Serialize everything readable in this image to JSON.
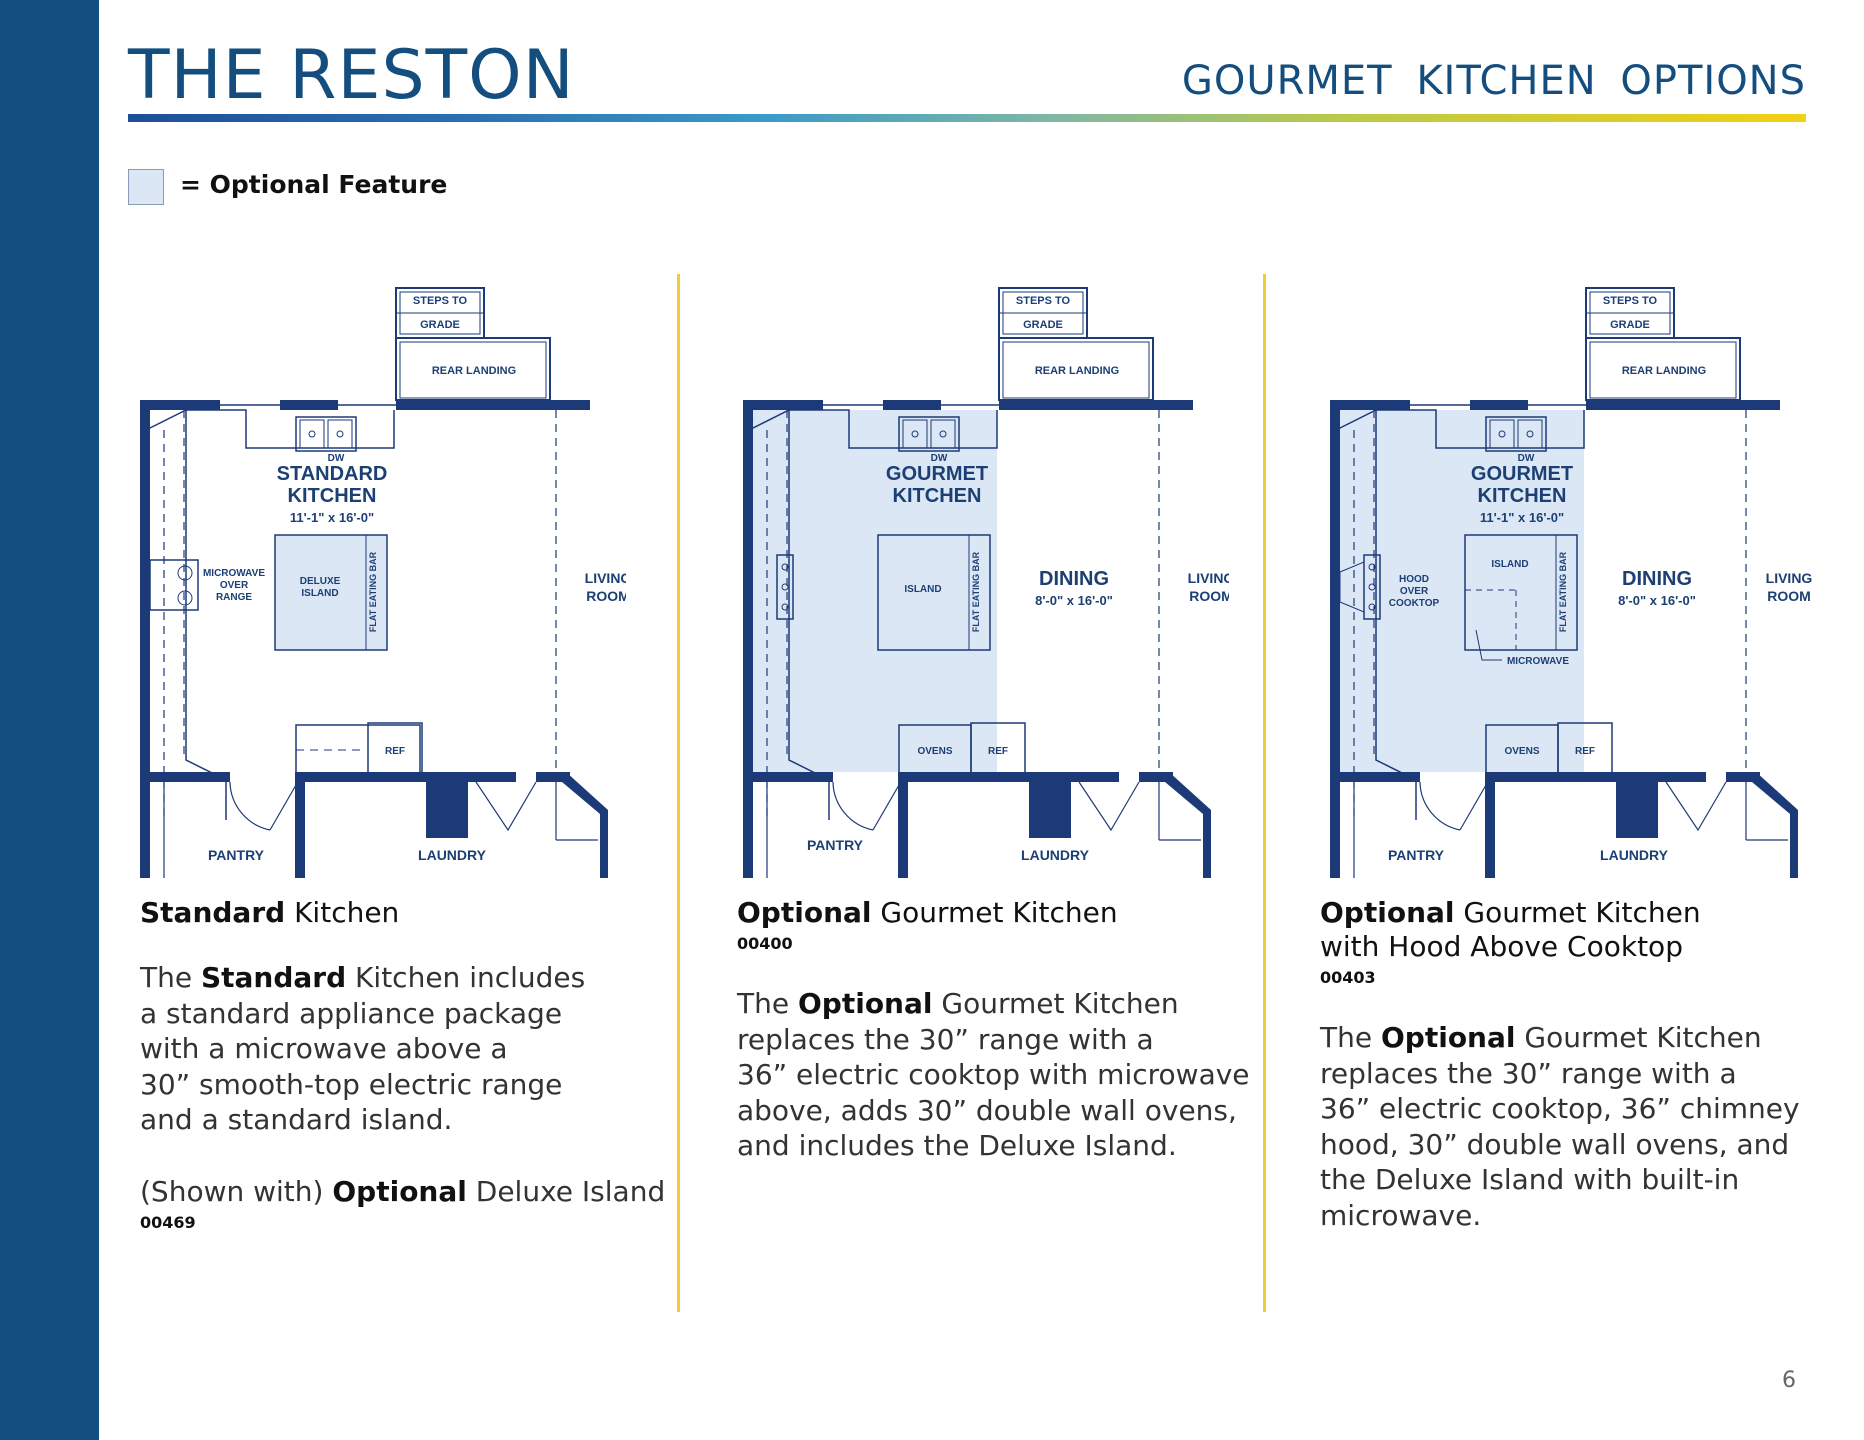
{
  "header": {
    "title": "THE RESTON",
    "subtitle": "GOURMET KITCHEN OPTIONS"
  },
  "legend": {
    "label": "= Optional Feature",
    "color": "#dce7f5"
  },
  "colors": {
    "brand_blue": "#134e7e",
    "divider_yellow": "#f1cd31",
    "wall_navy": "#1d3a78",
    "optional_fill": "#dce7f5"
  },
  "plans": [
    {
      "labels": {
        "steps1": "STEPS TO",
        "steps2": "GRADE",
        "landing": "REAR LANDING",
        "dw": "DW",
        "kitchen1": "STANDARD",
        "kitchen2": "KITCHEN",
        "kitchen_dim": "11'-1\" x 16'-0\"",
        "microwave1": "MICROWAVE",
        "microwave2": "OVER",
        "microwave3": "RANGE",
        "island1": "DELUXE",
        "island2": "ISLAND",
        "bar": "FLAT EATING BAR",
        "living1": "LIVING",
        "living2": "ROOM",
        "ref": "REF",
        "pantry": "PANTRY",
        "laundry": "LAUNDRY"
      }
    },
    {
      "labels": {
        "steps1": "STEPS TO",
        "steps2": "GRADE",
        "landing": "REAR LANDING",
        "dw": "DW",
        "kitchen1": "GOURMET",
        "kitchen2": "KITCHEN",
        "island": "ISLAND",
        "bar": "FLAT EATING BAR",
        "dining": "DINING",
        "dining_dim": "8'-0\" x 16'-0\"",
        "living1": "LIVING",
        "living2": "ROOM",
        "ovens": "OVENS",
        "ref": "REF",
        "pantry": "PANTRY",
        "laundry": "LAUNDRY"
      }
    },
    {
      "labels": {
        "steps1": "STEPS TO",
        "steps2": "GRADE",
        "landing": "REAR LANDING",
        "dw": "DW",
        "kitchen1": "GOURMET",
        "kitchen2": "KITCHEN",
        "kitchen_dim": "11'-1\" x 16'-0\"",
        "hood1": "HOOD",
        "hood2": "OVER",
        "hood3": "COOKTOP",
        "island": "ISLAND",
        "microwave": "MICROWAVE",
        "bar": "FLAT EATING BAR",
        "dining": "DINING",
        "dining_dim": "8'-0\" x 16'-0\"",
        "living1": "LIVING",
        "living2": "ROOM",
        "ovens": "OVENS",
        "ref": "REF",
        "pantry": "PANTRY",
        "laundry": "LAUNDRY"
      }
    }
  ],
  "captions": [
    {
      "title_bold": "Standard",
      "title_rest": " Kitchen",
      "desc_l1_a": "The ",
      "desc_l1_b": "Standard",
      "desc_l1_c": " Kitchen includes",
      "desc_l2": "a standard appliance package",
      "desc_l3": "with a microwave above a",
      "desc_l4": "30” smooth-top electric range",
      "desc_l5": "and a standard island.",
      "extra_a": "(Shown with) ",
      "extra_b": "Optional",
      "extra_c": " Deluxe Island",
      "code": "00469"
    },
    {
      "title_bold": "Optional",
      "title_rest": " Gourmet Kitchen",
      "code": "00400",
      "desc_l1_a": "The ",
      "desc_l1_b": "Optional",
      "desc_l1_c": " Gourmet Kitchen",
      "desc_l2": "replaces the 30” range with a",
      "desc_l3": "36” electric cooktop with microwave",
      "desc_l4": "above, adds 30” double wall ovens,",
      "desc_l5": "and includes the Deluxe Island."
    },
    {
      "title_bold": "Optional",
      "title_rest": " Gourmet Kitchen",
      "title_l2": "with Hood Above Cooktop",
      "code": "00403",
      "desc_l1_a": "The ",
      "desc_l1_b": "Optional",
      "desc_l1_c": " Gourmet Kitchen",
      "desc_l2": "replaces the 30” range with a",
      "desc_l3": "36” electric cooktop, 36” chimney",
      "desc_l4": "hood, 30” double wall ovens, and",
      "desc_l5": "the Deluxe Island with built-in",
      "desc_l6": "microwave."
    }
  ],
  "footer": {
    "page_number": "6"
  }
}
